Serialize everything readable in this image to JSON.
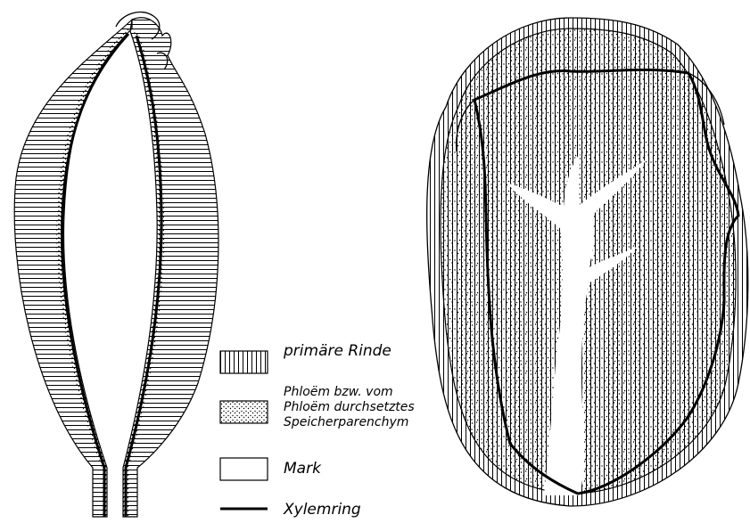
{
  "legend": {
    "items": [
      {
        "key": "rinde",
        "lines": [
          "primäre Rinde"
        ]
      },
      {
        "key": "phloem",
        "lines": [
          "Phloëm bzw. vom",
          "Phloëm durchsetztes",
          "Speicherparenchym"
        ]
      },
      {
        "key": "mark",
        "lines": [
          "Mark"
        ]
      },
      {
        "key": "xylem",
        "lines": [
          "Xylemring"
        ]
      }
    ]
  },
  "colors": {
    "ink": "#000000",
    "paper": "#ffffff"
  }
}
